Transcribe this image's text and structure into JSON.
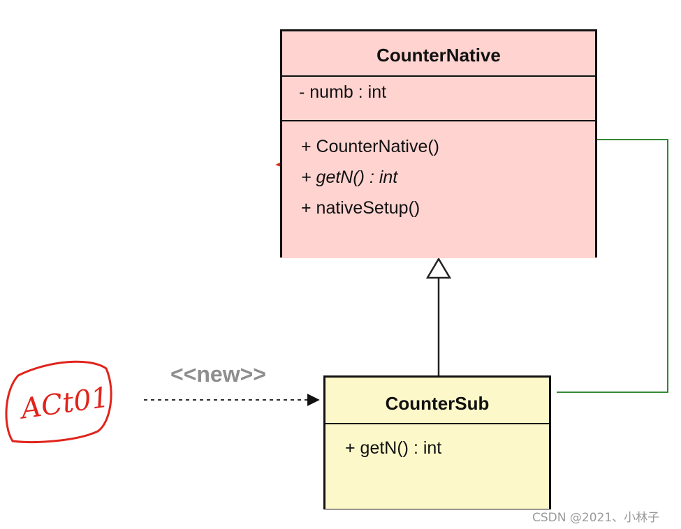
{
  "classes": {
    "counter_native": {
      "name": "CounterNative",
      "attributes": [
        "- numb : int"
      ],
      "operations": [
        "+ CounterNative()",
        "+ getN() : int",
        "+ nativeSetup()"
      ]
    },
    "counter_sub": {
      "name": "CounterSub",
      "operations": [
        "+ getN() : int"
      ]
    }
  },
  "relations": {
    "dependency_stereotype": "<<new>>"
  },
  "annotations": {
    "handwritten_box_text": "ACt01",
    "color": "#e0241b"
  },
  "colors": {
    "native_fill": "#ffd3d0",
    "sub_fill": "#fdf8c9",
    "call_line": "#1a7a1a"
  },
  "watermark": "CSDN @2021、小林子"
}
